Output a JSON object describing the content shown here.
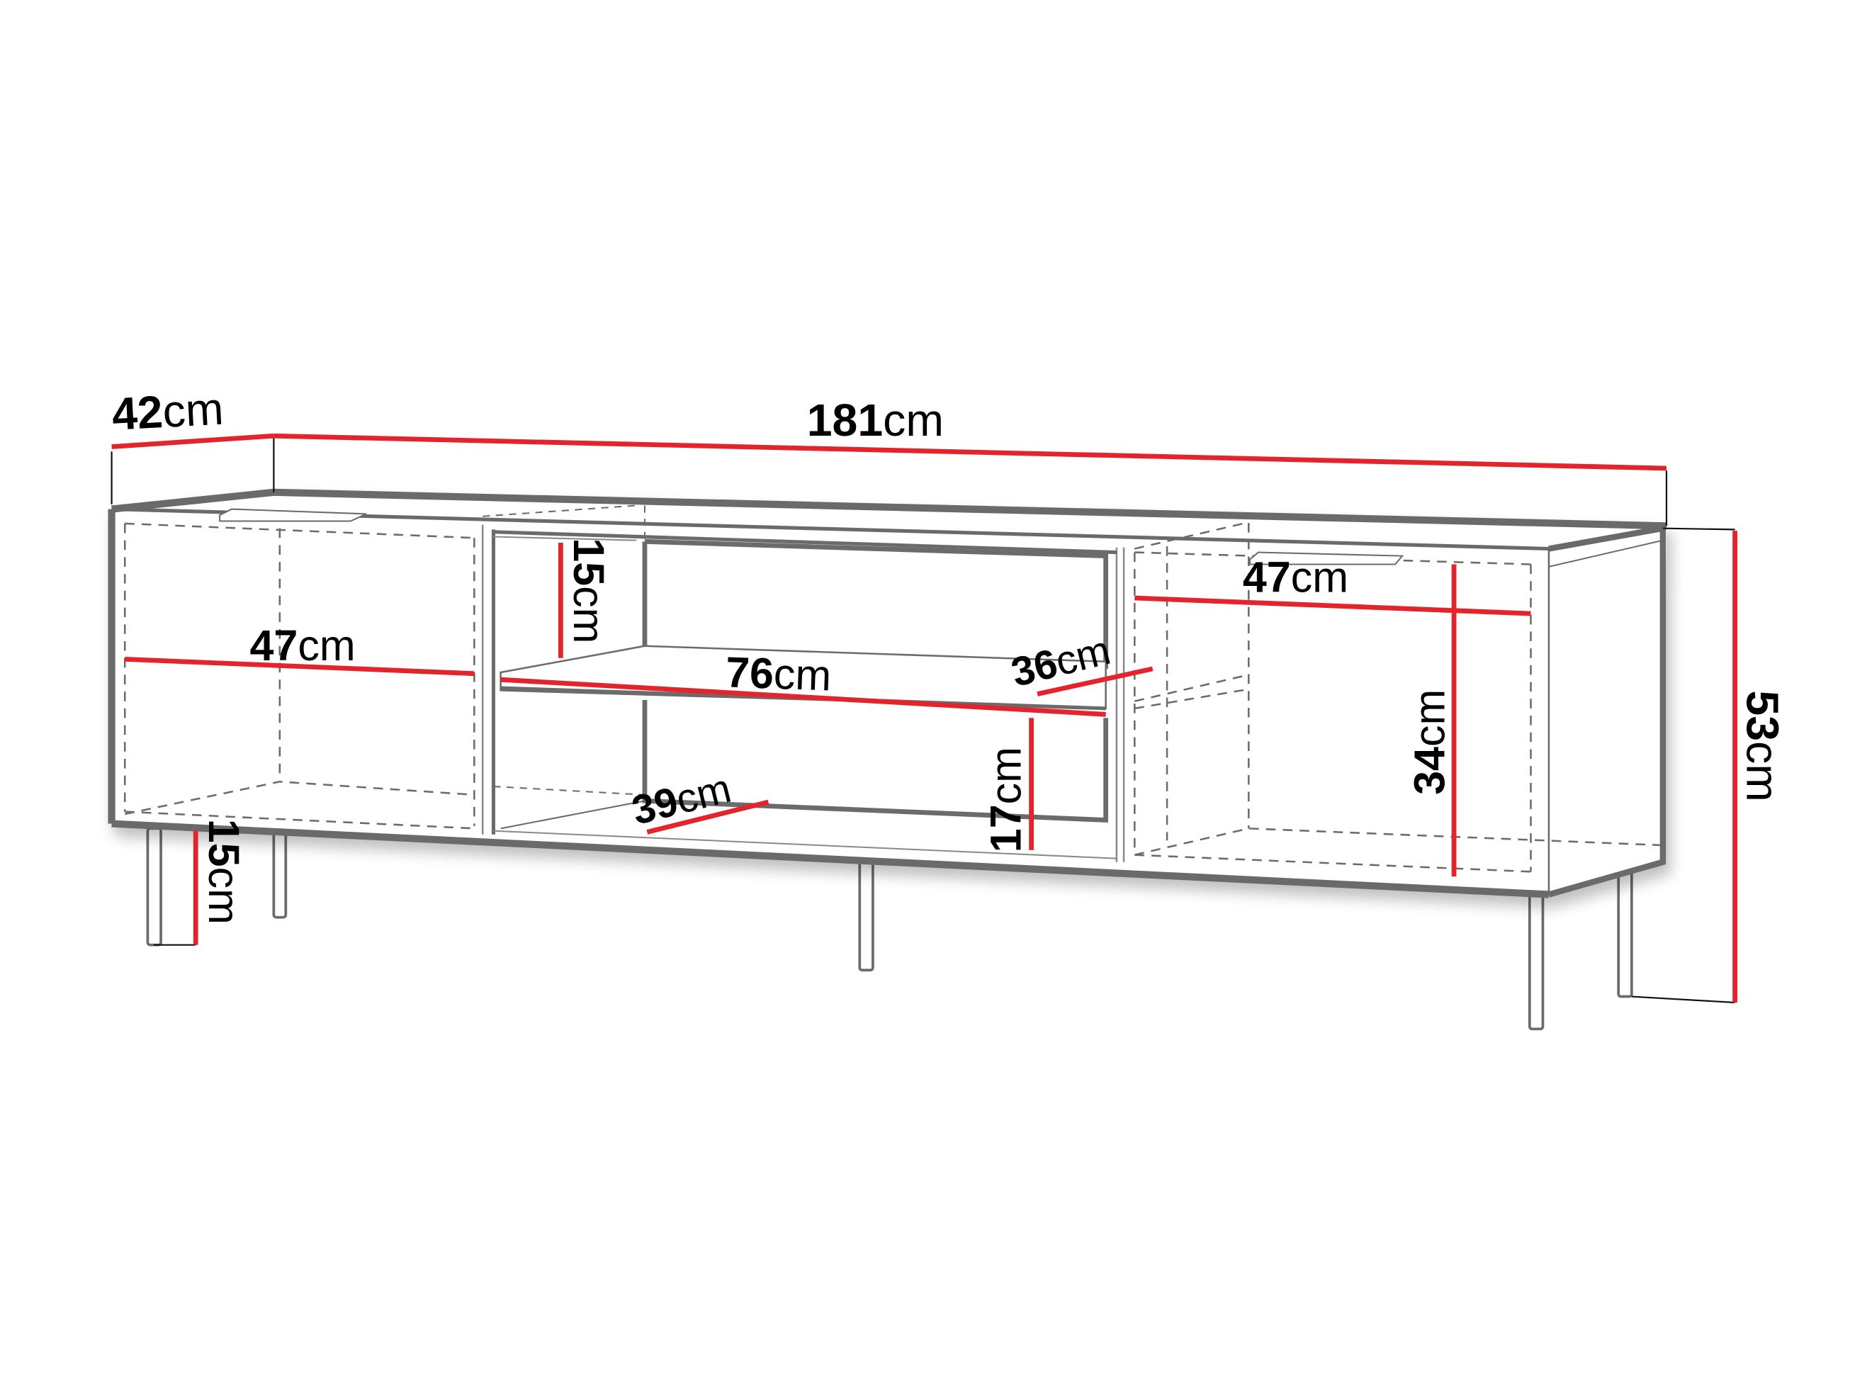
{
  "diagram": {
    "subject": "TV cabinet with three compartments, open central shelf and metal legs",
    "unit": "cm",
    "colors": {
      "dimension_line": "#e3242b",
      "outline": "#6b6b6b",
      "hidden_line": "#6b6b6b",
      "extension_line": "#111111",
      "text": "#000000",
      "background": "#ffffff"
    },
    "dimensions": {
      "depth": {
        "value": "42",
        "unit": "cm"
      },
      "width": {
        "value": "181",
        "unit": "cm"
      },
      "height": {
        "value": "53",
        "unit": "cm"
      },
      "left_compartment_width": {
        "value": "47",
        "unit": "cm"
      },
      "right_compartment_width": {
        "value": "47",
        "unit": "cm"
      },
      "right_compartment_height": {
        "value": "34",
        "unit": "cm"
      },
      "middle_shelf_width": {
        "value": "76",
        "unit": "cm"
      },
      "middle_shelf_depth": {
        "value": "36",
        "unit": "cm"
      },
      "middle_upper_height": {
        "value": "15",
        "unit": "cm"
      },
      "middle_lower_height": {
        "value": "17",
        "unit": "cm"
      },
      "middle_bottom_depth": {
        "value": "39",
        "unit": "cm"
      },
      "leg_height": {
        "value": "15",
        "unit": "cm"
      }
    }
  }
}
